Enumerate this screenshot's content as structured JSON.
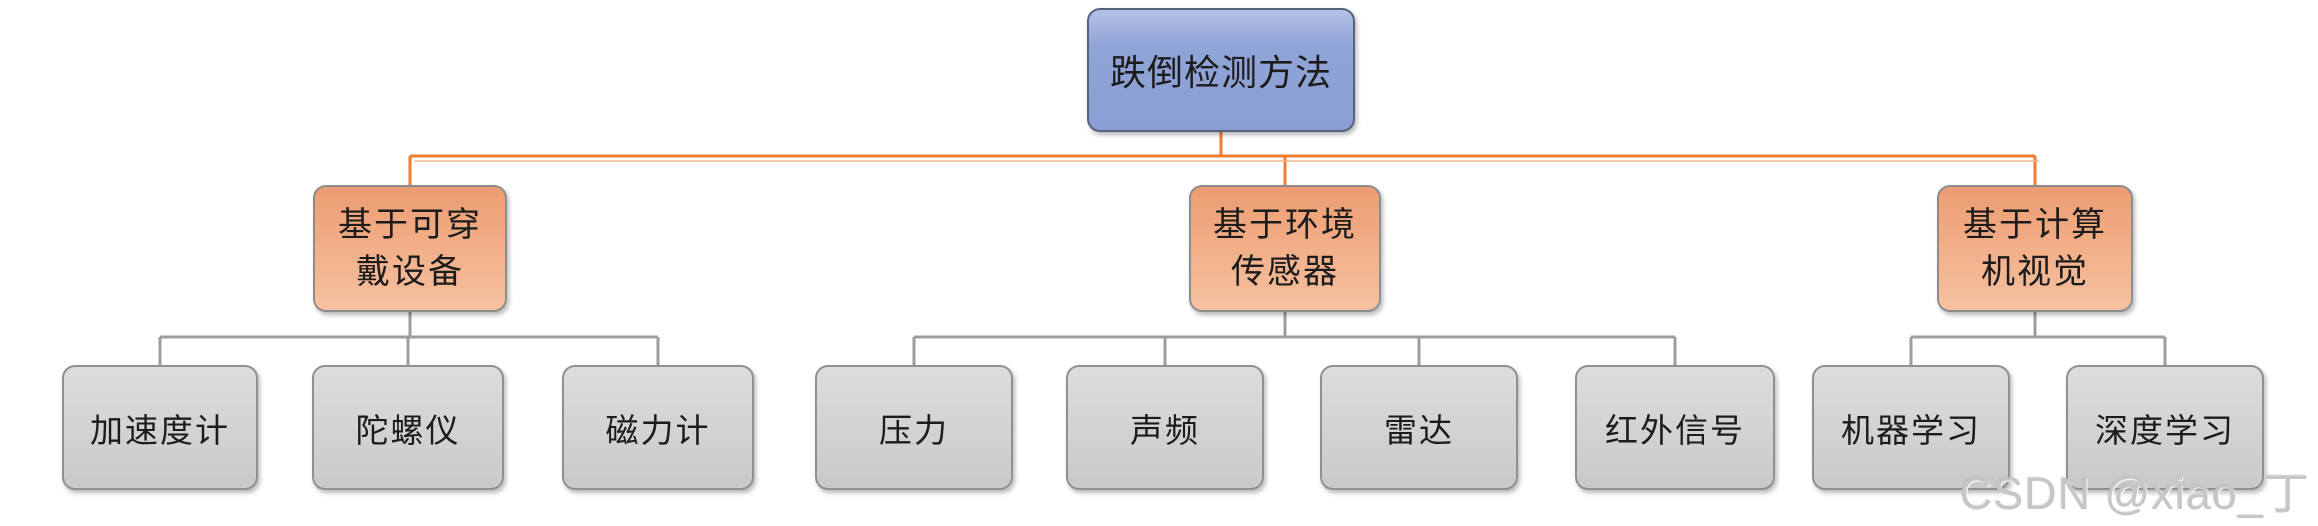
{
  "tree": {
    "root": {
      "label": "跌倒检测方法"
    },
    "branches": [
      {
        "label": "基于可穿\n戴设备",
        "children": [
          "加速度计",
          "陀螺仪",
          "磁力计"
        ]
      },
      {
        "label": "基于环境\n传感器",
        "children": [
          "压力",
          "声频",
          "雷达",
          "红外信号"
        ]
      },
      {
        "label": "基于计算\n机视觉",
        "children": [
          "机器学习",
          "深度学习"
        ]
      }
    ]
  },
  "watermark": {
    "text": "CSDN @xiao_丁"
  },
  "colors": {
    "root_fill": "#8da0d4",
    "root_fill_light": "#b5c1e6",
    "root_border": "#57627f",
    "branch_fill_top": "#ed9c72",
    "branch_fill_bottom": "#f6c1a0",
    "branch_border": "#8d8d8d",
    "leaf_fill": "#d2d2d2",
    "leaf_border": "#909090",
    "connector_level1": "#ED7D31",
    "connector_level2": "#9d9d9d",
    "watermark_color": "#c6c6c6"
  }
}
